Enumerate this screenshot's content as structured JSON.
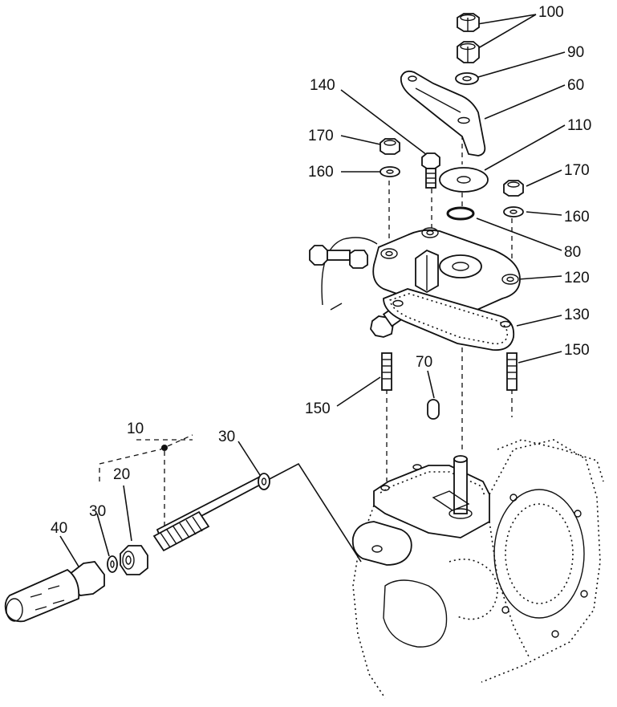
{
  "labels": {
    "l100": "100",
    "l90": "90",
    "l60": "60",
    "l140": "140",
    "l110": "110",
    "l170a": "170",
    "l160a": "160",
    "l170b": "170",
    "l160b": "160",
    "l80": "80",
    "l120": "120",
    "l130": "130",
    "l150a": "150",
    "l70": "70",
    "l150b": "150",
    "l10": "10",
    "l30a": "30",
    "l20": "20",
    "l30b": "30",
    "l40": "40"
  }
}
